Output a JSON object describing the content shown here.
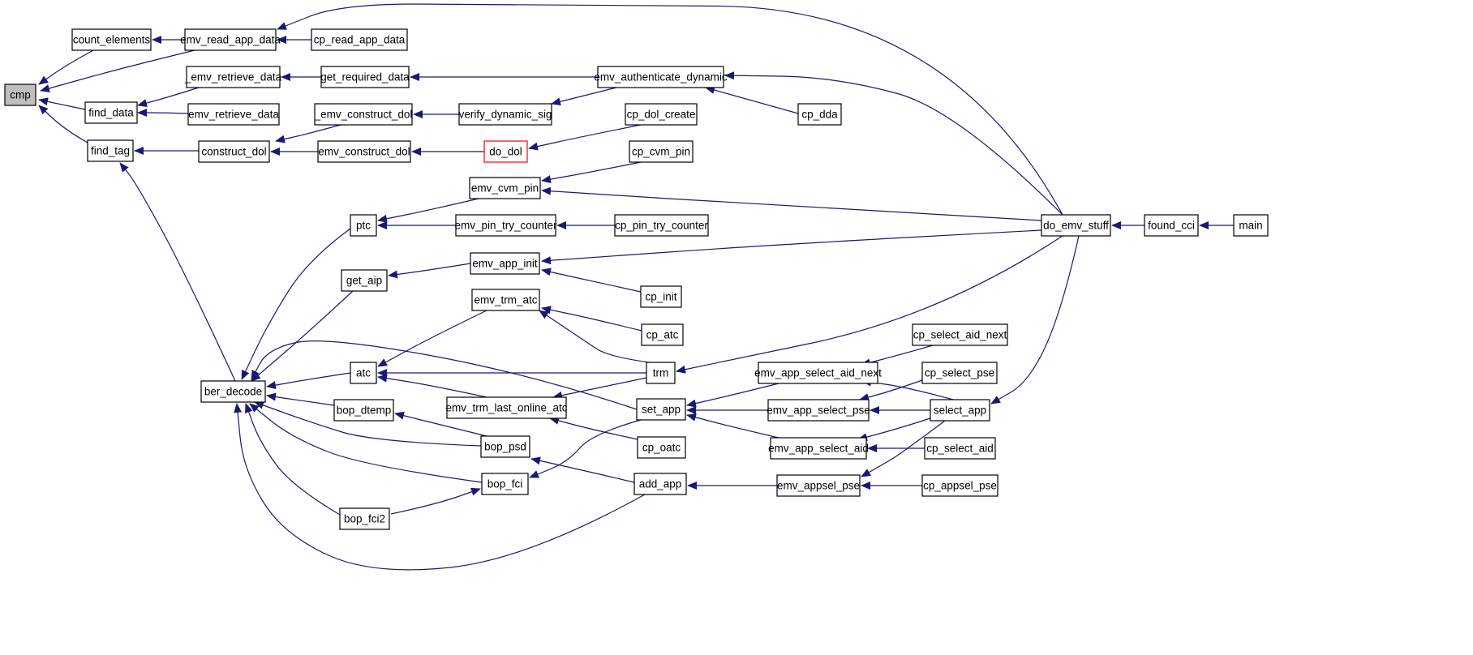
{
  "graph": {
    "kind": "caller-graph",
    "colors": {
      "edge": "#191970",
      "node_border": "#000000",
      "root_fill": "#bfbfbf",
      "truncated_border": "#ff0000"
    },
    "nodes": [
      {
        "id": "cmp",
        "label": "cmp",
        "root": true
      },
      {
        "id": "count_elements",
        "label": "count_elements"
      },
      {
        "id": "emv_read_app_data",
        "label": "emv_read_app_data"
      },
      {
        "id": "cp_read_app_data",
        "label": "cp_read_app_data"
      },
      {
        "id": "find_data",
        "label": "find_data"
      },
      {
        "id": "_emv_retrieve_data",
        "label": "_emv_retrieve_data"
      },
      {
        "id": "emv_retrieve_data",
        "label": "emv_retrieve_data"
      },
      {
        "id": "get_required_data",
        "label": "get_required_data"
      },
      {
        "id": "emv_authenticate_dynamic",
        "label": "emv_authenticate_dynamic"
      },
      {
        "id": "cp_dda",
        "label": "cp_dda"
      },
      {
        "id": "find_tag",
        "label": "find_tag"
      },
      {
        "id": "construct_dol",
        "label": "construct_dol"
      },
      {
        "id": "_emv_construct_dol",
        "label": "_emv_construct_dol"
      },
      {
        "id": "verify_dynamic_sig",
        "label": "verify_dynamic_sig"
      },
      {
        "id": "cp_dol_create",
        "label": "cp_dol_create"
      },
      {
        "id": "emv_construct_dol",
        "label": "emv_construct_dol"
      },
      {
        "id": "do_dol",
        "label": "do_dol",
        "truncated": true
      },
      {
        "id": "cp_cvm_pin",
        "label": "cp_cvm_pin"
      },
      {
        "id": "emv_cvm_pin",
        "label": "emv_cvm_pin"
      },
      {
        "id": "ptc",
        "label": "ptc"
      },
      {
        "id": "emv_pin_try_counter",
        "label": "emv_pin_try_counter"
      },
      {
        "id": "cp_pin_try_counter",
        "label": "cp_pin_try_counter"
      },
      {
        "id": "do_emv_stuff",
        "label": "do_emv_stuff"
      },
      {
        "id": "found_cci",
        "label": "found_cci"
      },
      {
        "id": "main",
        "label": "main"
      },
      {
        "id": "get_aip",
        "label": "get_aip"
      },
      {
        "id": "emv_app_init",
        "label": "emv_app_init"
      },
      {
        "id": "cp_init",
        "label": "cp_init"
      },
      {
        "id": "emv_trm_atc",
        "label": "emv_trm_atc"
      },
      {
        "id": "cp_atc",
        "label": "cp_atc"
      },
      {
        "id": "cp_select_aid_next",
        "label": "cp_select_aid_next"
      },
      {
        "id": "atc",
        "label": "atc"
      },
      {
        "id": "trm",
        "label": "trm"
      },
      {
        "id": "emv_app_select_aid_next",
        "label": "emv_app_select_aid_next"
      },
      {
        "id": "cp_select_pse",
        "label": "cp_select_pse"
      },
      {
        "id": "ber_decode",
        "label": "ber_decode"
      },
      {
        "id": "bop_dtemp",
        "label": "bop_dtemp"
      },
      {
        "id": "emv_trm_last_online_atc",
        "label": "emv_trm_last_online_atc"
      },
      {
        "id": "set_app",
        "label": "set_app"
      },
      {
        "id": "emv_app_select_pse",
        "label": "emv_app_select_pse"
      },
      {
        "id": "select_app",
        "label": "select_app"
      },
      {
        "id": "bop_psd",
        "label": "bop_psd"
      },
      {
        "id": "cp_oatc",
        "label": "cp_oatc"
      },
      {
        "id": "emv_app_select_aid",
        "label": "emv_app_select_aid"
      },
      {
        "id": "cp_select_aid",
        "label": "cp_select_aid"
      },
      {
        "id": "bop_fci",
        "label": "bop_fci"
      },
      {
        "id": "add_app",
        "label": "add_app"
      },
      {
        "id": "emv_appsel_pse",
        "label": "emv_appsel_pse"
      },
      {
        "id": "cp_appsel_pse",
        "label": "cp_appsel_pse"
      },
      {
        "id": "bop_fci2",
        "label": "bop_fci2"
      }
    ],
    "edges": [
      {
        "from": "count_elements",
        "to": "cmp"
      },
      {
        "from": "emv_read_app_data",
        "to": "cmp"
      },
      {
        "from": "find_data",
        "to": "cmp"
      },
      {
        "from": "find_tag",
        "to": "cmp"
      },
      {
        "from": "emv_read_app_data",
        "to": "count_elements"
      },
      {
        "from": "cp_read_app_data",
        "to": "emv_read_app_data"
      },
      {
        "from": "do_emv_stuff",
        "to": "emv_read_app_data"
      },
      {
        "from": "_emv_retrieve_data",
        "to": "find_data"
      },
      {
        "from": "emv_retrieve_data",
        "to": "find_data"
      },
      {
        "from": "get_required_data",
        "to": "_emv_retrieve_data"
      },
      {
        "from": "emv_authenticate_dynamic",
        "to": "get_required_data"
      },
      {
        "from": "do_emv_stuff",
        "to": "emv_authenticate_dynamic"
      },
      {
        "from": "cp_dda",
        "to": "emv_authenticate_dynamic"
      },
      {
        "from": "construct_dol",
        "to": "find_tag"
      },
      {
        "from": "ber_decode",
        "to": "find_tag"
      },
      {
        "from": "_emv_construct_dol",
        "to": "construct_dol"
      },
      {
        "from": "emv_construct_dol",
        "to": "construct_dol"
      },
      {
        "from": "verify_dynamic_sig",
        "to": "_emv_construct_dol"
      },
      {
        "from": "emv_authenticate_dynamic",
        "to": "verify_dynamic_sig"
      },
      {
        "from": "do_dol",
        "to": "emv_construct_dol"
      },
      {
        "from": "cp_dol_create",
        "to": "do_dol"
      },
      {
        "from": "cp_cvm_pin",
        "to": "emv_cvm_pin"
      },
      {
        "from": "do_emv_stuff",
        "to": "emv_cvm_pin"
      },
      {
        "from": "emv_cvm_pin",
        "to": "ptc"
      },
      {
        "from": "emv_pin_try_counter",
        "to": "ptc"
      },
      {
        "from": "cp_pin_try_counter",
        "to": "emv_pin_try_counter"
      },
      {
        "from": "found_cci",
        "to": "do_emv_stuff"
      },
      {
        "from": "main",
        "to": "found_cci"
      },
      {
        "from": "emv_app_init",
        "to": "get_aip"
      },
      {
        "from": "do_emv_stuff",
        "to": "emv_app_init"
      },
      {
        "from": "cp_init",
        "to": "emv_app_init"
      },
      {
        "from": "cp_atc",
        "to": "emv_trm_atc"
      },
      {
        "from": "trm",
        "to": "emv_trm_atc"
      },
      {
        "from": "emv_trm_atc",
        "to": "atc"
      },
      {
        "from": "emv_trm_last_online_atc",
        "to": "atc"
      },
      {
        "from": "trm",
        "to": "atc"
      },
      {
        "from": "do_emv_stuff",
        "to": "trm"
      },
      {
        "from": "trm",
        "to": "emv_trm_last_online_atc"
      },
      {
        "from": "cp_oatc",
        "to": "emv_trm_last_online_atc"
      },
      {
        "from": "ptc",
        "to": "ber_decode"
      },
      {
        "from": "get_aip",
        "to": "ber_decode"
      },
      {
        "from": "atc",
        "to": "ber_decode"
      },
      {
        "from": "bop_dtemp",
        "to": "ber_decode"
      },
      {
        "from": "bop_psd",
        "to": "ber_decode"
      },
      {
        "from": "bop_fci",
        "to": "ber_decode"
      },
      {
        "from": "bop_fci2",
        "to": "ber_decode"
      },
      {
        "from": "set_app",
        "to": "ber_decode"
      },
      {
        "from": "add_app",
        "to": "ber_decode"
      },
      {
        "from": "bop_psd",
        "to": "bop_dtemp"
      },
      {
        "from": "add_app",
        "to": "bop_psd"
      },
      {
        "from": "bop_fci2",
        "to": "bop_fci"
      },
      {
        "from": "set_app",
        "to": "bop_fci"
      },
      {
        "from": "emv_app_select_aid_next",
        "to": "set_app"
      },
      {
        "from": "emv_app_select_pse",
        "to": "set_app"
      },
      {
        "from": "emv_app_select_aid",
        "to": "set_app"
      },
      {
        "from": "cp_select_aid_next",
        "to": "emv_app_select_aid_next"
      },
      {
        "from": "select_app",
        "to": "emv_app_select_aid_next"
      },
      {
        "from": "cp_select_pse",
        "to": "emv_app_select_pse"
      },
      {
        "from": "select_app",
        "to": "emv_app_select_pse"
      },
      {
        "from": "select_app",
        "to": "emv_app_select_aid"
      },
      {
        "from": "cp_select_aid",
        "to": "emv_app_select_aid"
      },
      {
        "from": "do_emv_stuff",
        "to": "select_app"
      },
      {
        "from": "emv_appsel_pse",
        "to": "add_app"
      },
      {
        "from": "select_app",
        "to": "emv_appsel_pse"
      },
      {
        "from": "cp_appsel_pse",
        "to": "emv_appsel_pse"
      }
    ]
  }
}
